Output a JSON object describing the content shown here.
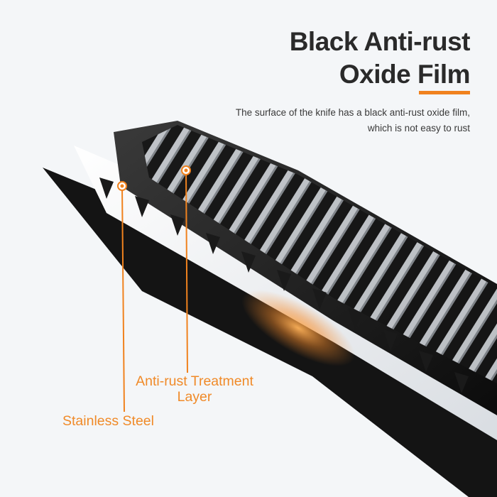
{
  "heading": {
    "title": "Black Anti-rust\nOxide Film",
    "subtitle": "The surface of the knife has a black anti-rust oxide film,\nwhich is not easy to rust"
  },
  "callouts": {
    "treatment_layer": "Anti-rust Treatment\nLayer",
    "stainless_steel": "Stainless Steel"
  },
  "colors": {
    "accent": "#f0821e",
    "callout_text": "#f08a28",
    "title_text": "#2a2a2a",
    "background": "#f4f6f8",
    "oxide_film": "#141414",
    "steel": "#f2f2f2"
  },
  "icons": [
    "callout-dot-icon",
    "callout-dot-icon"
  ]
}
